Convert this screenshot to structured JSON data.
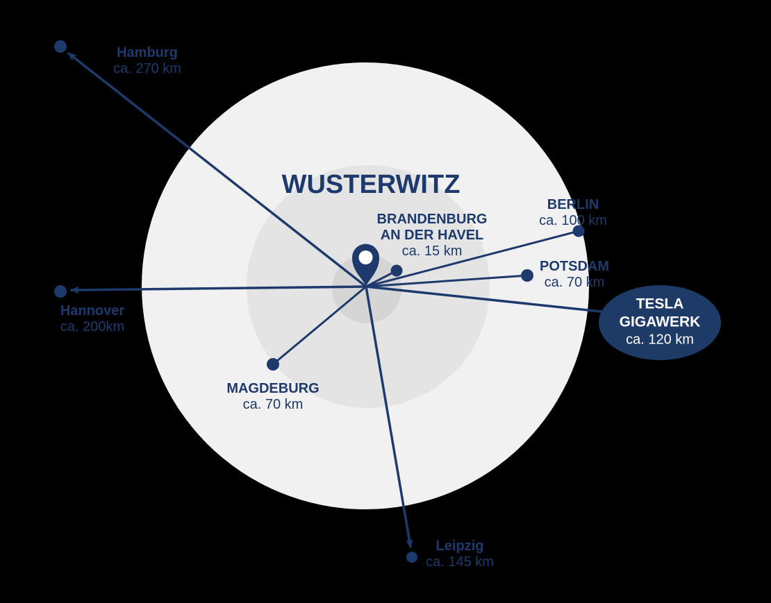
{
  "map": {
    "title": "WUSTERWITZ",
    "locations": [
      {
        "id": "hamburg",
        "name": "Hamburg",
        "distance": "ca. 270 km",
        "marker": "arrow-and-dot"
      },
      {
        "id": "hannover",
        "name": "Hannover",
        "distance": "ca. 200km",
        "marker": "arrow-and-dot"
      },
      {
        "id": "magdeburg",
        "name": "MAGDEBURG",
        "distance": "ca. 70 km",
        "marker": "dot"
      },
      {
        "id": "leipzig",
        "name": "Leipzig",
        "distance": "ca. 145 km",
        "marker": "arrow-and-dot"
      },
      {
        "id": "brandenburg",
        "name": "BRANDENBURG",
        "name2": "AN DER HAVEL",
        "distance": "ca. 15 km",
        "marker": "dot"
      },
      {
        "id": "berlin",
        "name": "BERLIN",
        "distance": "ca. 100 km",
        "marker": "dot"
      },
      {
        "id": "potsdam",
        "name": "POTSDAM",
        "distance": "ca. 70 km",
        "marker": "dot"
      },
      {
        "id": "tesla",
        "name": "TESLA",
        "name2": "GIGAWERK",
        "distance": "ca. 120 km",
        "marker": "ellipse-badge"
      }
    ],
    "colors": {
      "navy": "#1e3a6c",
      "ellipse_fill": "#1e3a66",
      "ellipse_text": "#ffffff",
      "circle_outer": "#f1f1f2",
      "circle_middle": "#e4e4e5",
      "circle_inner": "#d5d5d6",
      "background": "#000000"
    }
  }
}
